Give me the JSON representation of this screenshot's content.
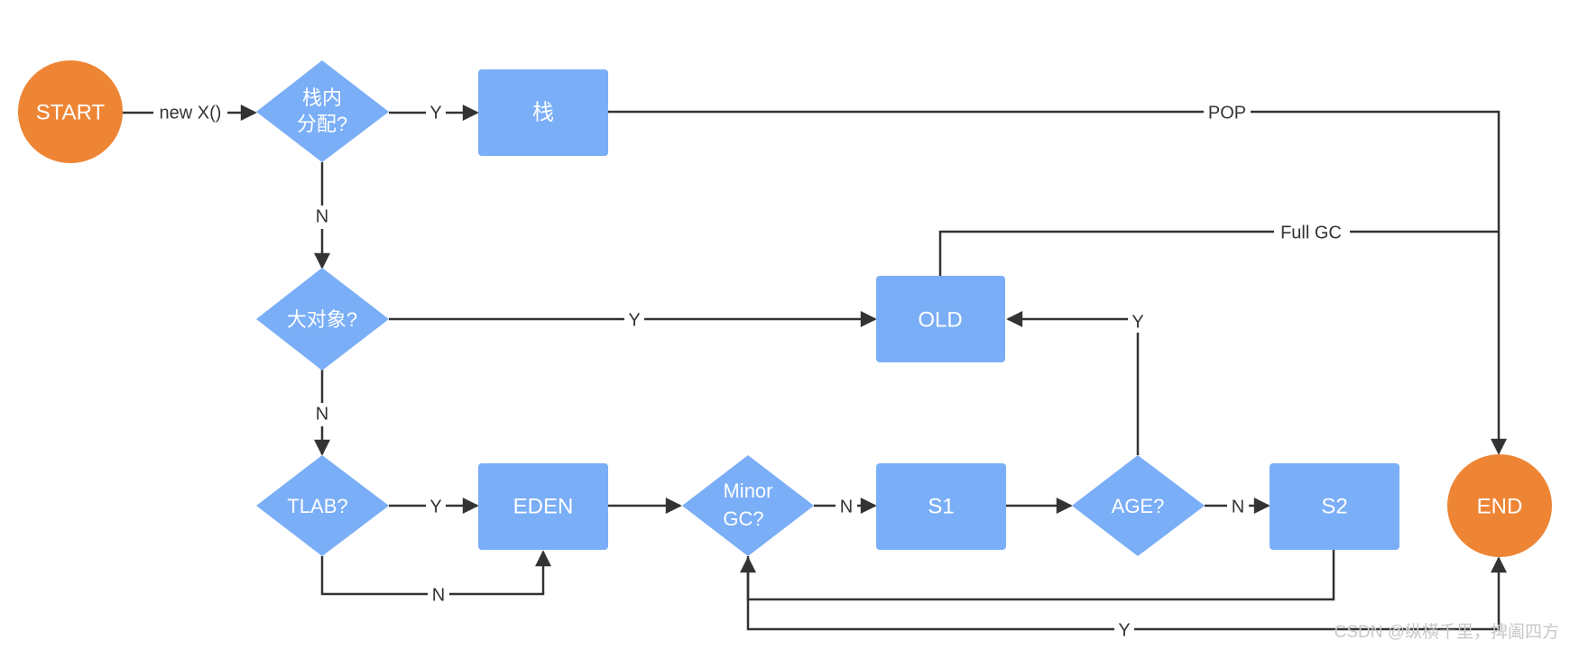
{
  "nodes": {
    "start": "START",
    "stack_q_line1": "栈内",
    "stack_q_line2": "分配?",
    "stack": "栈",
    "big_q": "大对象?",
    "tlab_q": "TLAB?",
    "eden": "EDEN",
    "minor_q_line1": "Minor",
    "minor_q_line2": "GC?",
    "s1": "S1",
    "age_q": "AGE?",
    "s2": "S2",
    "old": "OLD",
    "end": "END"
  },
  "edges": {
    "new_x": "new X()",
    "stack_yes": "Y",
    "pop": "POP",
    "stack_no": "N",
    "big_yes": "Y",
    "big_no": "N",
    "tlab_yes": "Y",
    "tlab_no": "N",
    "minor_no": "N",
    "age_no": "N",
    "age_yes": "Y",
    "full_gc": "Full GC",
    "minor_yes": "Y"
  },
  "watermark": "CSDN @纵横千里，捭阖四方",
  "colors": {
    "terminal": "#EE8535",
    "process": "#7AAEF7",
    "edge": "#333333"
  }
}
